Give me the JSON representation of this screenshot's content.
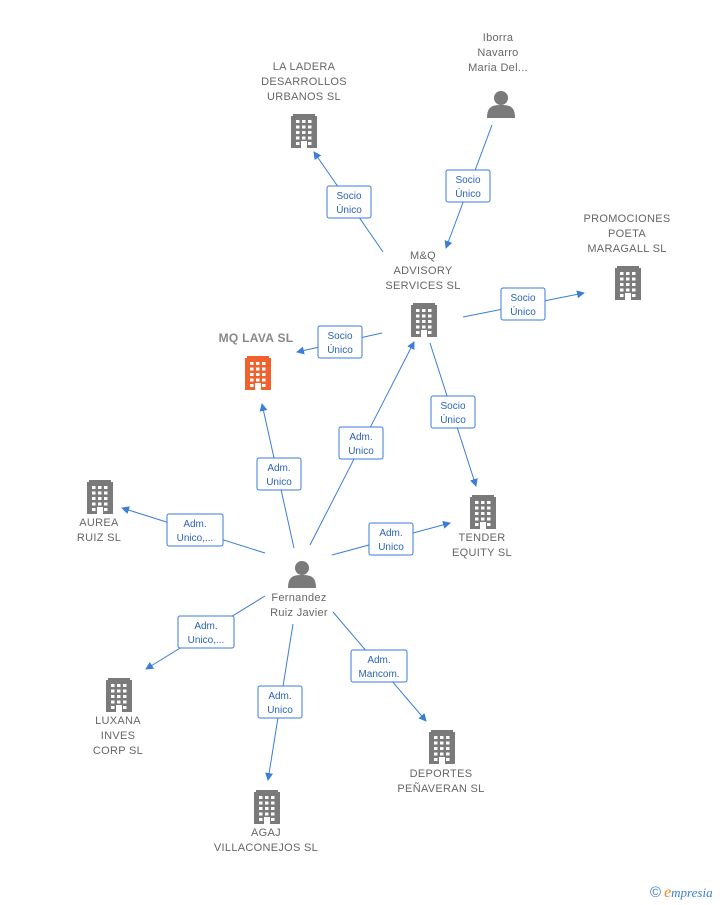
{
  "colors": {
    "company": "#7a7a7a",
    "highlight": "#f0622d",
    "person": "#7a7a7a",
    "edge": "#3b7dd8"
  },
  "nodes": [
    {
      "id": "la_ladera",
      "kind": "company",
      "lines": [
        "LA LADERA",
        "DESARROLLOS",
        "URBANOS  SL"
      ]
    },
    {
      "id": "iborra",
      "kind": "person",
      "lines": [
        "Iborra",
        "Navarro",
        "Maria Del..."
      ]
    },
    {
      "id": "promociones",
      "kind": "company",
      "lines": [
        "PROMOCIONES",
        "POETA",
        "MARAGALL  SL"
      ]
    },
    {
      "id": "mq_advisory",
      "kind": "company",
      "lines": [
        "M&Q",
        "ADVISORY",
        "SERVICES  SL"
      ]
    },
    {
      "id": "mq_lava",
      "kind": "company-main",
      "lines": [
        "MQ LAVA  SL"
      ]
    },
    {
      "id": "aurea",
      "kind": "company",
      "lines": [
        "AUREA",
        "RUIZ  SL"
      ]
    },
    {
      "id": "tender",
      "kind": "company",
      "lines": [
        "TENDER",
        "EQUITY  SL"
      ]
    },
    {
      "id": "fernandez",
      "kind": "person",
      "lines": [
        "Fernandez",
        "Ruiz Javier"
      ]
    },
    {
      "id": "luxana",
      "kind": "company",
      "lines": [
        "LUXANA",
        "INVES",
        "CORP  SL"
      ]
    },
    {
      "id": "deportes",
      "kind": "company",
      "lines": [
        "DEPORTES",
        "PEÑAVERAN SL"
      ]
    },
    {
      "id": "agaj",
      "kind": "company",
      "lines": [
        "AGAJ",
        "VILLACONEJOS SL"
      ]
    }
  ],
  "edges": [
    {
      "from": "mq_advisory",
      "to": "la_ladera",
      "label": [
        "Socio",
        "Único"
      ]
    },
    {
      "from": "iborra",
      "to": "mq_advisory",
      "label": [
        "Socio",
        "Único"
      ]
    },
    {
      "from": "mq_advisory",
      "to": "promociones",
      "label": [
        "Socio",
        "Único"
      ]
    },
    {
      "from": "mq_advisory",
      "to": "mq_lava",
      "label": [
        "Socio",
        "Único"
      ]
    },
    {
      "from": "mq_advisory",
      "to": "tender",
      "label": [
        "Socio",
        "Único"
      ]
    },
    {
      "from": "fernandez",
      "to": "mq_advisory",
      "label": [
        "Adm.",
        "Unico"
      ]
    },
    {
      "from": "fernandez",
      "to": "mq_lava",
      "label": [
        "Adm.",
        "Unico"
      ]
    },
    {
      "from": "fernandez",
      "to": "aurea",
      "label": [
        "Adm.",
        "Unico,..."
      ]
    },
    {
      "from": "fernandez",
      "to": "tender",
      "label": [
        "Adm.",
        "Unico"
      ]
    },
    {
      "from": "fernandez",
      "to": "luxana",
      "label": [
        "Adm.",
        "Unico,..."
      ]
    },
    {
      "from": "fernandez",
      "to": "agaj",
      "label": [
        "Adm.",
        "Unico"
      ]
    },
    {
      "from": "fernandez",
      "to": "deportes",
      "label": [
        "Adm.",
        "Mancom."
      ]
    }
  ],
  "footer": {
    "copyright": "©",
    "brand_initial": "e",
    "brand_rest": "mpresia"
  }
}
